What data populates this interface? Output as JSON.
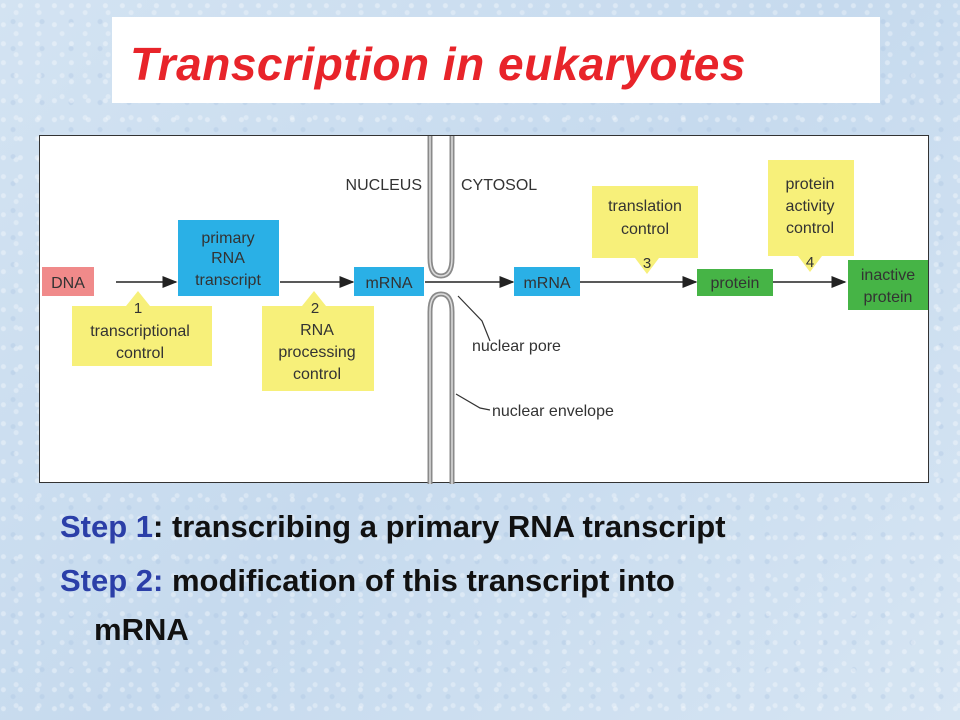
{
  "title": "Transcription in eukaryotes",
  "diagram": {
    "region_labels": {
      "nucleus": "NUCLEUS",
      "cytosol": "CYTOSOL"
    },
    "molecules": {
      "dna": "DNA",
      "primary_transcript": [
        "primary",
        "RNA",
        "transcript"
      ],
      "mrna_nucleus": "mRNA",
      "mrna_cytosol": "mRNA",
      "protein": "protein",
      "inactive_protein": [
        "inactive",
        "protein"
      ]
    },
    "controls": {
      "c1": {
        "number": "1",
        "lines": [
          "transcriptional",
          "control"
        ]
      },
      "c2": {
        "number": "2",
        "lines": [
          "RNA",
          "processing",
          "control"
        ]
      },
      "c3": {
        "number": "3",
        "lines": [
          "translation",
          "control"
        ]
      },
      "c4": {
        "number": "4",
        "lines": [
          "protein",
          "activity",
          "control"
        ]
      }
    },
    "pointer_labels": {
      "pore": "nuclear pore",
      "envelope": "nuclear envelope"
    },
    "colors": {
      "dna_box": "#f08a8a",
      "rna_box": "#2ab0e6",
      "protein_box": "#46b446",
      "control_box": "#f7f07a",
      "envelope": "#8a8a8a"
    }
  },
  "steps": {
    "step1": {
      "label": "Step 1",
      "text": ": transcribing a primary RNA transcript"
    },
    "step2": {
      "label": "Step 2:",
      "text": " modification of this transcript into",
      "cont": "mRNA"
    }
  }
}
